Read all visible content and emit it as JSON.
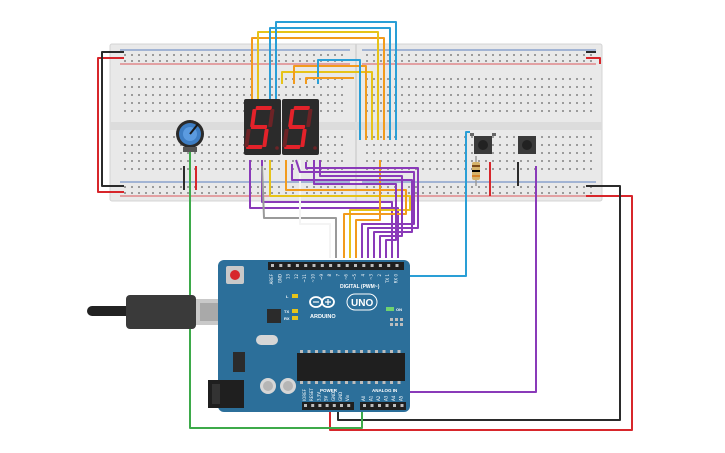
{
  "canvas_bg": "#ffffff",
  "breadboard": {
    "color": "#e9e9e9",
    "rail_red": "#d7262b",
    "rail_blue": "#2a5db0"
  },
  "display": {
    "digits": [
      "5",
      "5"
    ],
    "segment_on": "#e3222a",
    "segment_off": "#6d2326",
    "body": "#2b2b2b"
  },
  "arduino": {
    "brand": "ARDUINO",
    "model": "UNO",
    "board_color": "#2c6f9a",
    "on_label": "ON",
    "digital_header": "DIGITAL (PWM~)",
    "power_header": "POWER",
    "analog_header": "ANALOG IN",
    "tx_label": "TX",
    "rx_label": "RX",
    "l_label": "L",
    "digital_pins": [
      "AREF",
      "GND",
      "13",
      "12",
      "~11",
      "~10",
      "~9",
      "8",
      "7",
      "~6",
      "~5",
      "4",
      "~3",
      "2",
      "TX 1",
      "RX 0"
    ],
    "power_pins": [
      "IOREF",
      "RESET",
      "3.3V",
      "5V",
      "GND",
      "GND",
      "Vin"
    ],
    "analog_pins": [
      "A0",
      "A1",
      "A2",
      "A3",
      "A4",
      "A5"
    ]
  },
  "components": {
    "potentiometer_icon": "potentiometer-icon",
    "pushbutton_icon": "pushbutton-icon",
    "resistor_icon": "resistor-icon",
    "usb_cable_icon": "usb-cable-icon",
    "power_jack_icon": "power-jack-icon"
  },
  "wire_colors": {
    "red": "#d7262b",
    "black": "#2b2b2b",
    "green": "#3daa4a",
    "orange": "#f29b1d",
    "yellow": "#e6c319",
    "blue": "#2a9fd6",
    "purple": "#8a3ab9",
    "gray": "#9a9a9a",
    "white": "#f4f4f4"
  }
}
